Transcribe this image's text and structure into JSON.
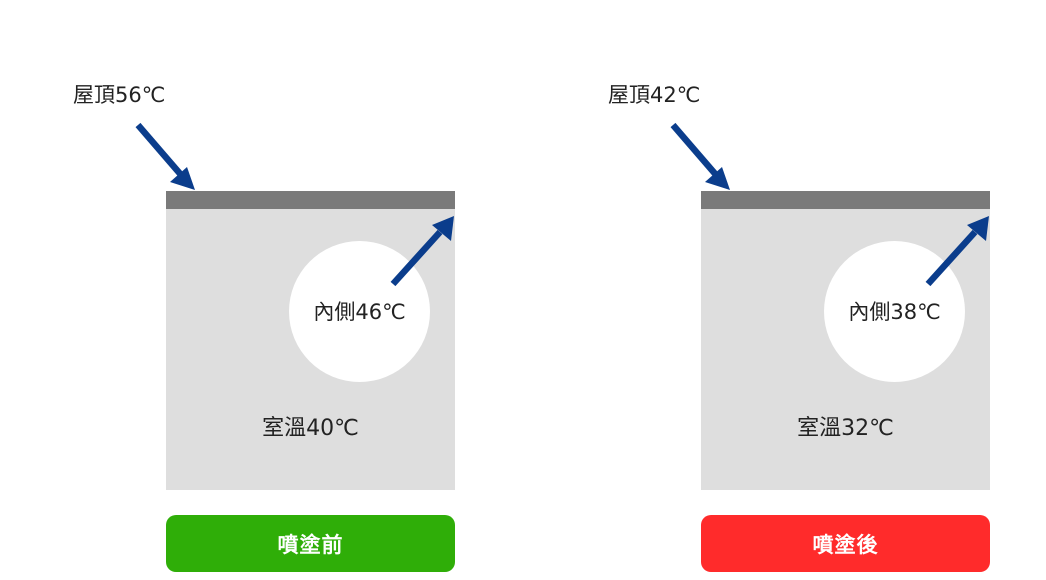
{
  "colors": {
    "roof": "#7a7a7a",
    "room": "#dedede",
    "arrow": "#0b3d8c",
    "before_button": "#2fae08",
    "after_button": "#ff2b2b"
  },
  "panels": [
    {
      "roof_temp": "屋頂56℃",
      "inner_temp": "內側46℃",
      "room_temp": "室溫40℃",
      "button_label": "噴塗前",
      "button_color": "#2fae08"
    },
    {
      "roof_temp": "屋頂42℃",
      "inner_temp": "內側38℃",
      "room_temp": "室溫32℃",
      "button_label": "噴塗後",
      "button_color": "#ff2b2b"
    }
  ]
}
